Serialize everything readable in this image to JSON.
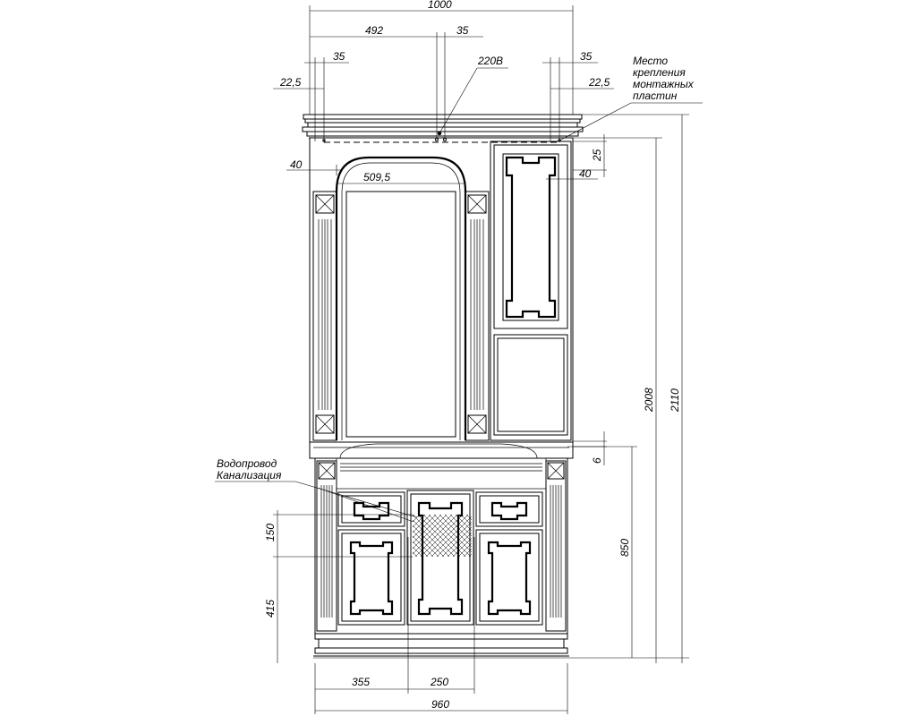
{
  "dimensions": {
    "overall_width": "1000",
    "mirror_offset": "492",
    "socket_offset": "35",
    "left_offset_35": "35",
    "left_offset_22_5": "22,5",
    "right_offset_35": "35",
    "right_offset_22_5": "22,5",
    "left_inset_40": "40",
    "mirror_width": "509,5",
    "right_inset_25": "25",
    "right_inset_40": "40",
    "height_total": "2110",
    "height_top": "2008",
    "gap_6": "6",
    "height_base": "850",
    "pipe_150": "150",
    "pipe_415": "415",
    "bottom_355": "355",
    "bottom_250": "250",
    "base_width": "960"
  },
  "labels": {
    "socket": "220В",
    "mount_line1": "Место",
    "mount_line2": "крепления",
    "mount_line3": "монтажных",
    "mount_line4": "пластин",
    "plumbing_line1": "Водопровод",
    "plumbing_line2": "Канализация"
  }
}
